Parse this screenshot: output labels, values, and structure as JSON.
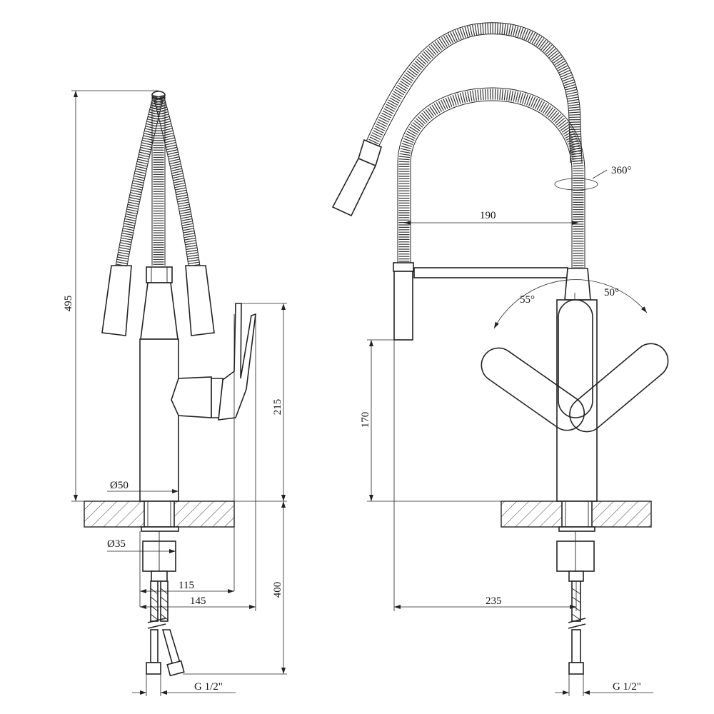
{
  "dimensions": {
    "total_height": "495",
    "body_diameter": "Ø50",
    "shank_diameter": "Ø35",
    "lever_reach": "115",
    "side_reach": "145",
    "lever_height": "215",
    "hose_length_below": "400",
    "thread_left": "G 1/2\"",
    "spout_width": "190",
    "rotation": "360°",
    "spout_height": "170",
    "spout_reach": "235",
    "angle_left": "55°",
    "angle_right": "50°",
    "thread_right": "G 1/2\""
  }
}
